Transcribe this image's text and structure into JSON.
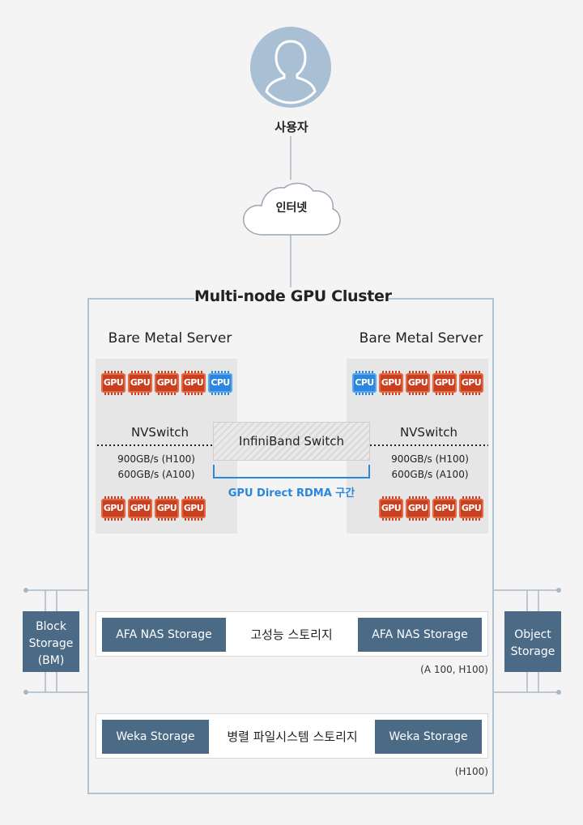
{
  "user": {
    "label": "사용자",
    "icon": "user-silhouette-icon"
  },
  "internet": {
    "label": "인터넷",
    "icon": "cloud-icon"
  },
  "cluster": {
    "title": "Multi-node GPU Cluster"
  },
  "servers": [
    {
      "title": "Bare Metal Server",
      "top_chips": [
        "GPU",
        "GPU",
        "GPU",
        "GPU",
        "CPU"
      ],
      "bottom_chips": [
        "GPU",
        "GPU",
        "GPU",
        "GPU"
      ],
      "switch_label": "NVSwitch",
      "spec_h100": "900GB/s (H100)",
      "spec_a100": "600GB/s (A100)"
    },
    {
      "title": "Bare Metal Server",
      "top_chips": [
        "CPU",
        "GPU",
        "GPU",
        "GPU",
        "GPU"
      ],
      "bottom_chips": [
        "GPU",
        "GPU",
        "GPU",
        "GPU"
      ],
      "switch_label": "NVSwitch",
      "spec_h100": "900GB/s (H100)",
      "spec_a100": "600GB/s (A100)"
    }
  ],
  "infiniband": {
    "label": "InfiniBand Switch"
  },
  "rdma": {
    "label": "GPU Direct RDMA 구간"
  },
  "nas_tier": {
    "left": "AFA NAS Storage",
    "right": "AFA NAS Storage",
    "label": "고성능 스토리지",
    "note": "(A 100, H100)"
  },
  "weka_tier": {
    "left": "Weka Storage",
    "right": "Weka Storage",
    "label": "병렬 파일시스템 스토리지",
    "note": "(H100)"
  },
  "block_storage": {
    "line1": "Block",
    "line2": "Storage",
    "line3": "(BM)"
  },
  "object_storage": {
    "line1": "Object",
    "line2": "Storage"
  },
  "colors": {
    "gpu": "#c8401f",
    "cpu": "#2a86df",
    "storage": "#4a6a86",
    "green_link": "#4fb54f",
    "black_link": "#111111",
    "frame": "#b4c3d4"
  }
}
